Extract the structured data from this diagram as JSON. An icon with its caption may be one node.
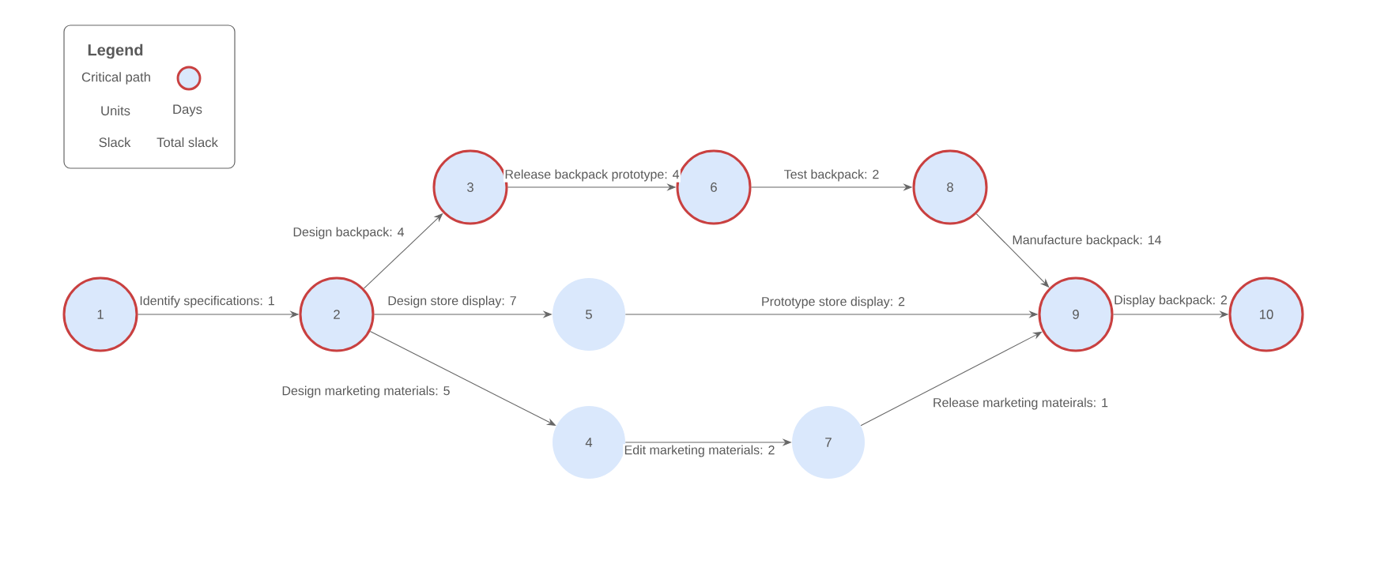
{
  "diagram": {
    "nodes": [
      {
        "text": [
          "1"
        ]
      },
      {
        "text": [
          "2"
        ]
      },
      {
        "text": [
          "3"
        ]
      },
      {
        "text": [
          "5"
        ]
      },
      {
        "text": [
          "4"
        ]
      },
      {
        "text": [
          "6"
        ]
      },
      {
        "text": [
          "7"
        ]
      },
      {
        "text": [
          "8"
        ]
      },
      {
        "text": [
          "9"
        ]
      },
      {
        "text": [
          "10"
        ]
      }
    ],
    "edges": [
      {
        "from": 0,
        "to": 1,
        "arrow": "to",
        "label": "Identify specifications: 1"
      },
      {
        "from": 1,
        "to": 2,
        "arrow": "to",
        "label": "Design backpack: 4"
      },
      {
        "from": 1,
        "to": 3,
        "arrow": "to",
        "label": "Design store display: 7"
      },
      {
        "from": 1,
        "to": 4,
        "arrow": "to",
        "label": "Design marketing materials: 5"
      },
      {
        "from": 2,
        "to": 5,
        "arrow": "to",
        "label": "Release backpack prototype: 4"
      },
      {
        "from": 5,
        "to": 7,
        "arrow": "to",
        "label": "Test backpack: 2"
      },
      {
        "from": 7,
        "to": 8,
        "arrow": "to",
        "label": "Manufacture backpack: 14"
      },
      {
        "from": 3,
        "to": 8,
        "arrow": "to",
        "label": "Prototype store display: 2"
      },
      {
        "from": 4,
        "to": 6,
        "arrow": "to",
        "label": "Edit marketing materials: 2"
      },
      {
        "from": 6,
        "to": 8,
        "arrow": "to",
        "label": "Release marketing mateirals: 1"
      },
      {
        "from": 8,
        "to": 9,
        "arrow": "to",
        "label": "Display backpack: 2"
      }
    ],
    "labels": [
      "Legend",
      "Units",
      "Days",
      "Slack",
      "Total slack"
    ],
    "legend": [
      {
        "text": "Critical path"
      }
    ]
  }
}
